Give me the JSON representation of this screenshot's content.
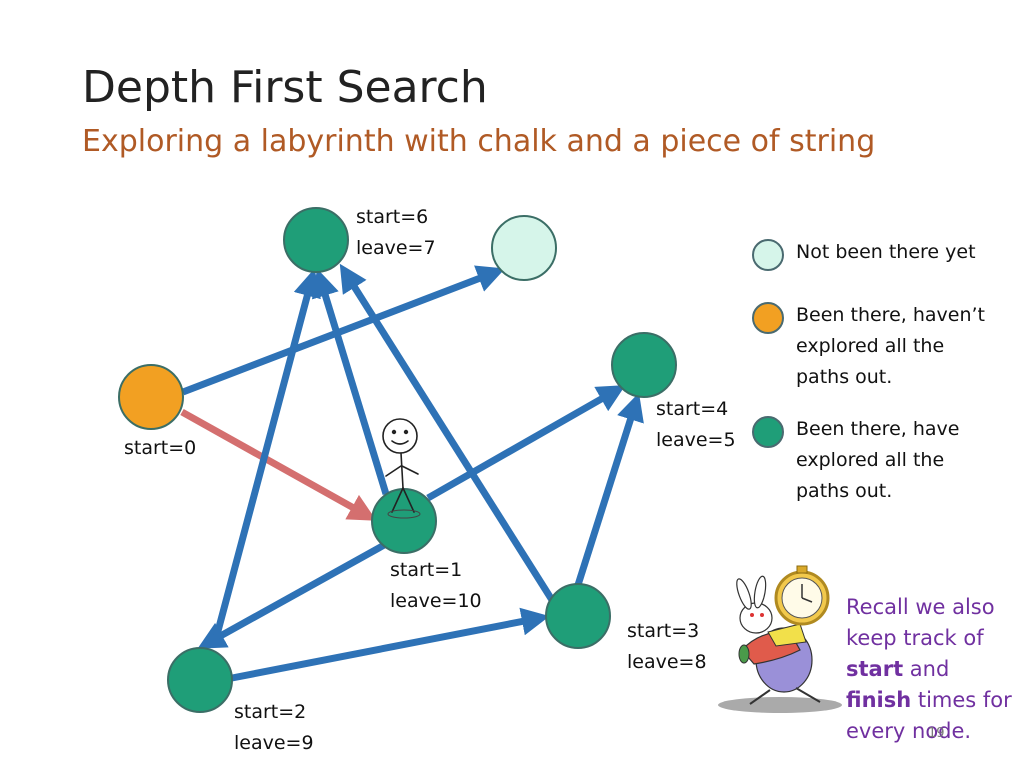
{
  "slide": {
    "title": "Depth First Search",
    "subtitle": "Exploring a labyrinth with chalk and a piece of string",
    "page_number": "19"
  },
  "colors": {
    "unvisited": "#d6f5ea",
    "in_progress": "#f2a022",
    "finished": "#1f9e78",
    "edge": "#2e72b6",
    "current_edge": "#d46f6f",
    "note_text": "#7030a0"
  },
  "graph": {
    "node_labels": [
      {
        "id": "n0",
        "line1": "start=0",
        "line2": ""
      },
      {
        "id": "n6",
        "line1": "start=6",
        "line2": "leave=7"
      },
      {
        "id": "n4",
        "line1": "start=4",
        "line2": "leave=5"
      },
      {
        "id": "n1",
        "line1": "start=1",
        "line2": "leave=10"
      },
      {
        "id": "n3",
        "line1": "start=3",
        "line2": "leave=8"
      },
      {
        "id": "n2",
        "line1": "start=2",
        "line2": "leave=9"
      }
    ]
  },
  "legend": {
    "not_visited": "Not been there yet",
    "visited_open": "Been there, haven’t\nexplored all the\npaths out.",
    "visited_done": "Been there, have\nexplored all the\npaths out."
  },
  "note": {
    "line_prefix": "Recall we also keep track of ",
    "start_word": "start",
    "and_word": " and ",
    "finish_word": "finish",
    "suffix": " times for every node."
  },
  "icons": [
    "stick-figure-icon",
    "white-rabbit-icon",
    "pocket-watch-icon"
  ]
}
